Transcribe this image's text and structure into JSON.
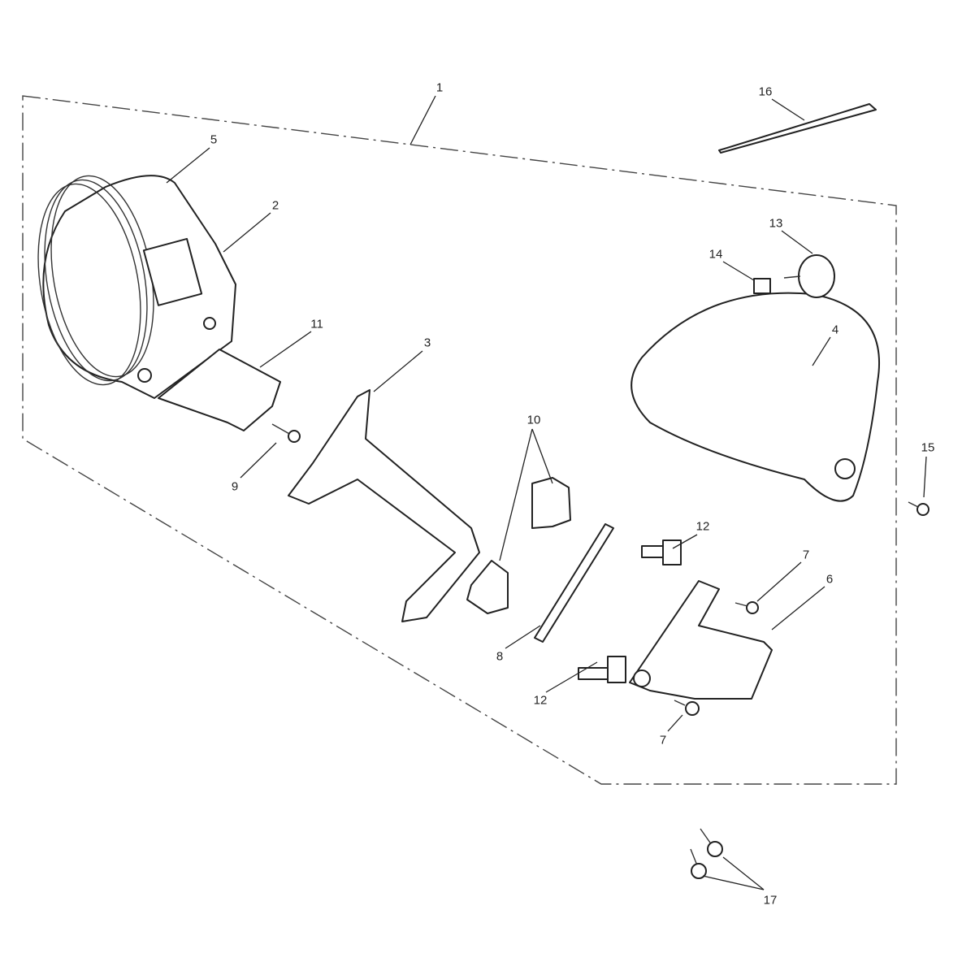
{
  "diagram": {
    "type": "exploded parts diagram",
    "callouts": [
      "1",
      "16",
      "5",
      "2",
      "13",
      "14",
      "11",
      "3",
      "4",
      "10",
      "15",
      "9",
      "12",
      "7",
      "6",
      "8",
      "12",
      "7",
      "17"
    ]
  }
}
